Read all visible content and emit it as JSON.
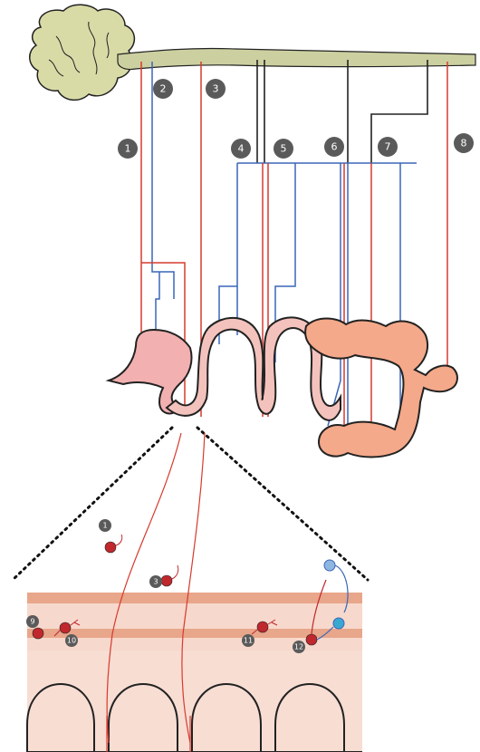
{
  "colors": {
    "brain_fill": "#d9dba7",
    "spinal_cord_fill": "#ccd0a0",
    "outline": "#222222",
    "sympathetic_line": "#d63a2e",
    "parasympathetic_line": "#3a66b8",
    "preganglionic_line": "#222222",
    "badge_fill": "#5a5a5a",
    "badge_text": "#ffffff",
    "stomach_fill": "#f2b0b0",
    "small_intestine_fill": "#f4c2bc",
    "colon_fill": "#f4a98a",
    "muscle_layer_fill": "#e8a68a",
    "submucosa_fill": "#f7d8cc",
    "villi_fill": "#f8ddd3",
    "neuron_red": "#c0282e",
    "neuron_blue_light": "#8fb6e0",
    "neuron_cyan": "#39a8d0"
  },
  "labels": {
    "n1": "1",
    "n2": "2",
    "n3": "3",
    "n4": "4",
    "n5": "5",
    "n6": "6",
    "n7": "7",
    "n8": "8",
    "n1_detail": "1",
    "n3_detail": "3",
    "n9": "9",
    "n10": "10",
    "n11": "11",
    "n12": "12"
  }
}
